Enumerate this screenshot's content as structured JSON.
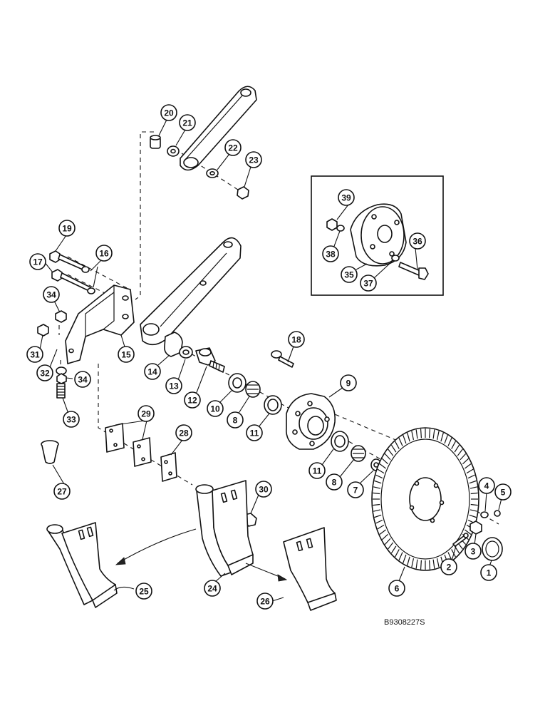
{
  "figure_ref": "B9308227S",
  "callouts": [
    "1",
    "2",
    "3",
    "4",
    "5",
    "6",
    "7",
    "8",
    "9",
    "10",
    "11",
    "12",
    "13",
    "14",
    "15",
    "16",
    "17",
    "18",
    "19",
    "20",
    "21",
    "22",
    "23",
    "24",
    "25",
    "26",
    "27",
    "28",
    "29",
    "30",
    "31",
    "32",
    "33",
    "34",
    "35",
    "36",
    "37",
    "38",
    "39"
  ]
}
